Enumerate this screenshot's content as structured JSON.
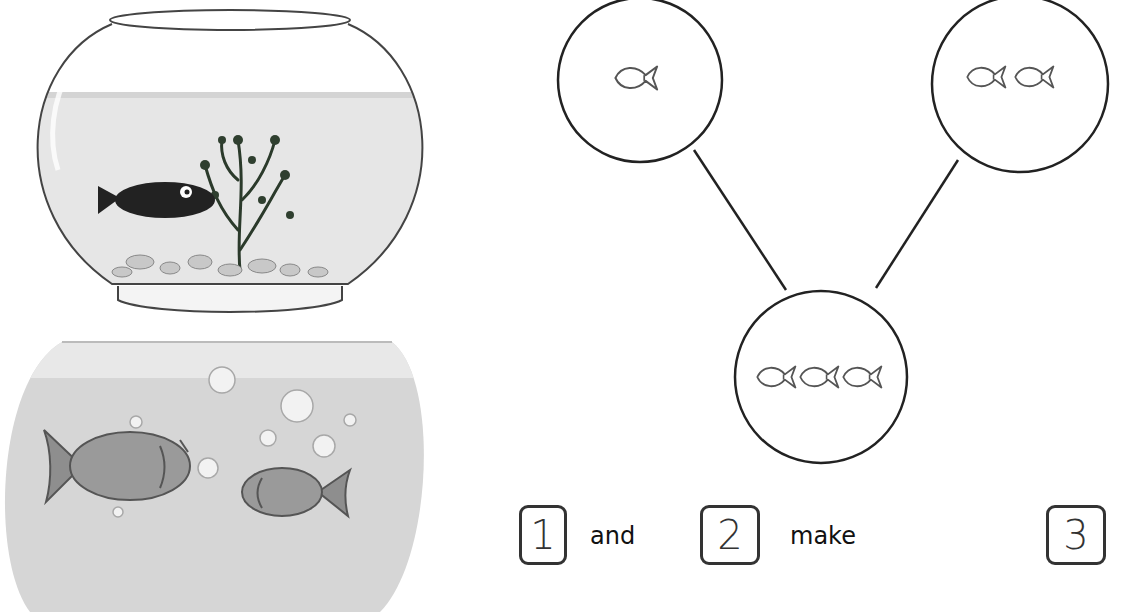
{
  "diagram": {
    "nodes": [
      {
        "text": [
          "1"
        ]
      },
      {
        "text": [
          "2"
        ]
      },
      {
        "text": [
          "3"
        ]
      }
    ],
    "labels": [
      "and",
      "make"
    ]
  }
}
